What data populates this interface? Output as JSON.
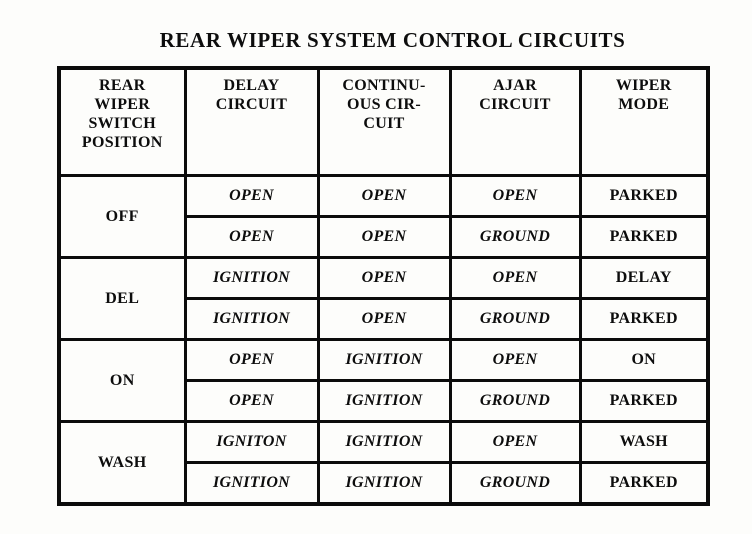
{
  "title": "REAR WIPER SYSTEM CONTROL CIRCUITS",
  "colors": {
    "ink": "#0d0d0d",
    "paper": "#fdfdfb"
  },
  "table": {
    "headers": {
      "switch_position": "REAR\nWIPER\nSWITCH\nPOSITION",
      "delay": "DELAY\nCIRCUIT",
      "continuous": "CONTINU-\nOUS CIR-\nCUIT",
      "ajar": "AJAR\nCIRCUIT",
      "mode": "WIPER\nMODE"
    },
    "groups": [
      {
        "position": "OFF",
        "rows": [
          {
            "delay": "OPEN",
            "continuous": "OPEN",
            "ajar": "OPEN",
            "mode": "PARKED"
          },
          {
            "delay": "OPEN",
            "continuous": "OPEN",
            "ajar": "GROUND",
            "mode": "PARKED"
          }
        ]
      },
      {
        "position": "DEL",
        "rows": [
          {
            "delay": "IGNITION",
            "continuous": "OPEN",
            "ajar": "OPEN",
            "mode": "DELAY"
          },
          {
            "delay": "IGNITION",
            "continuous": "OPEN",
            "ajar": "GROUND",
            "mode": "PARKED"
          }
        ]
      },
      {
        "position": "ON",
        "rows": [
          {
            "delay": "OPEN",
            "continuous": "IGNITION",
            "ajar": "OPEN",
            "mode": "ON"
          },
          {
            "delay": "OPEN",
            "continuous": "IGNITION",
            "ajar": "GROUND",
            "mode": "PARKED"
          }
        ]
      },
      {
        "position": "WASH",
        "rows": [
          {
            "delay": "IGNITON",
            "continuous": "IGNITION",
            "ajar": "OPEN",
            "mode": "WASH"
          },
          {
            "delay": "IGNITION",
            "continuous": "IGNITION",
            "ajar": "GROUND",
            "mode": "PARKED"
          }
        ]
      }
    ]
  }
}
